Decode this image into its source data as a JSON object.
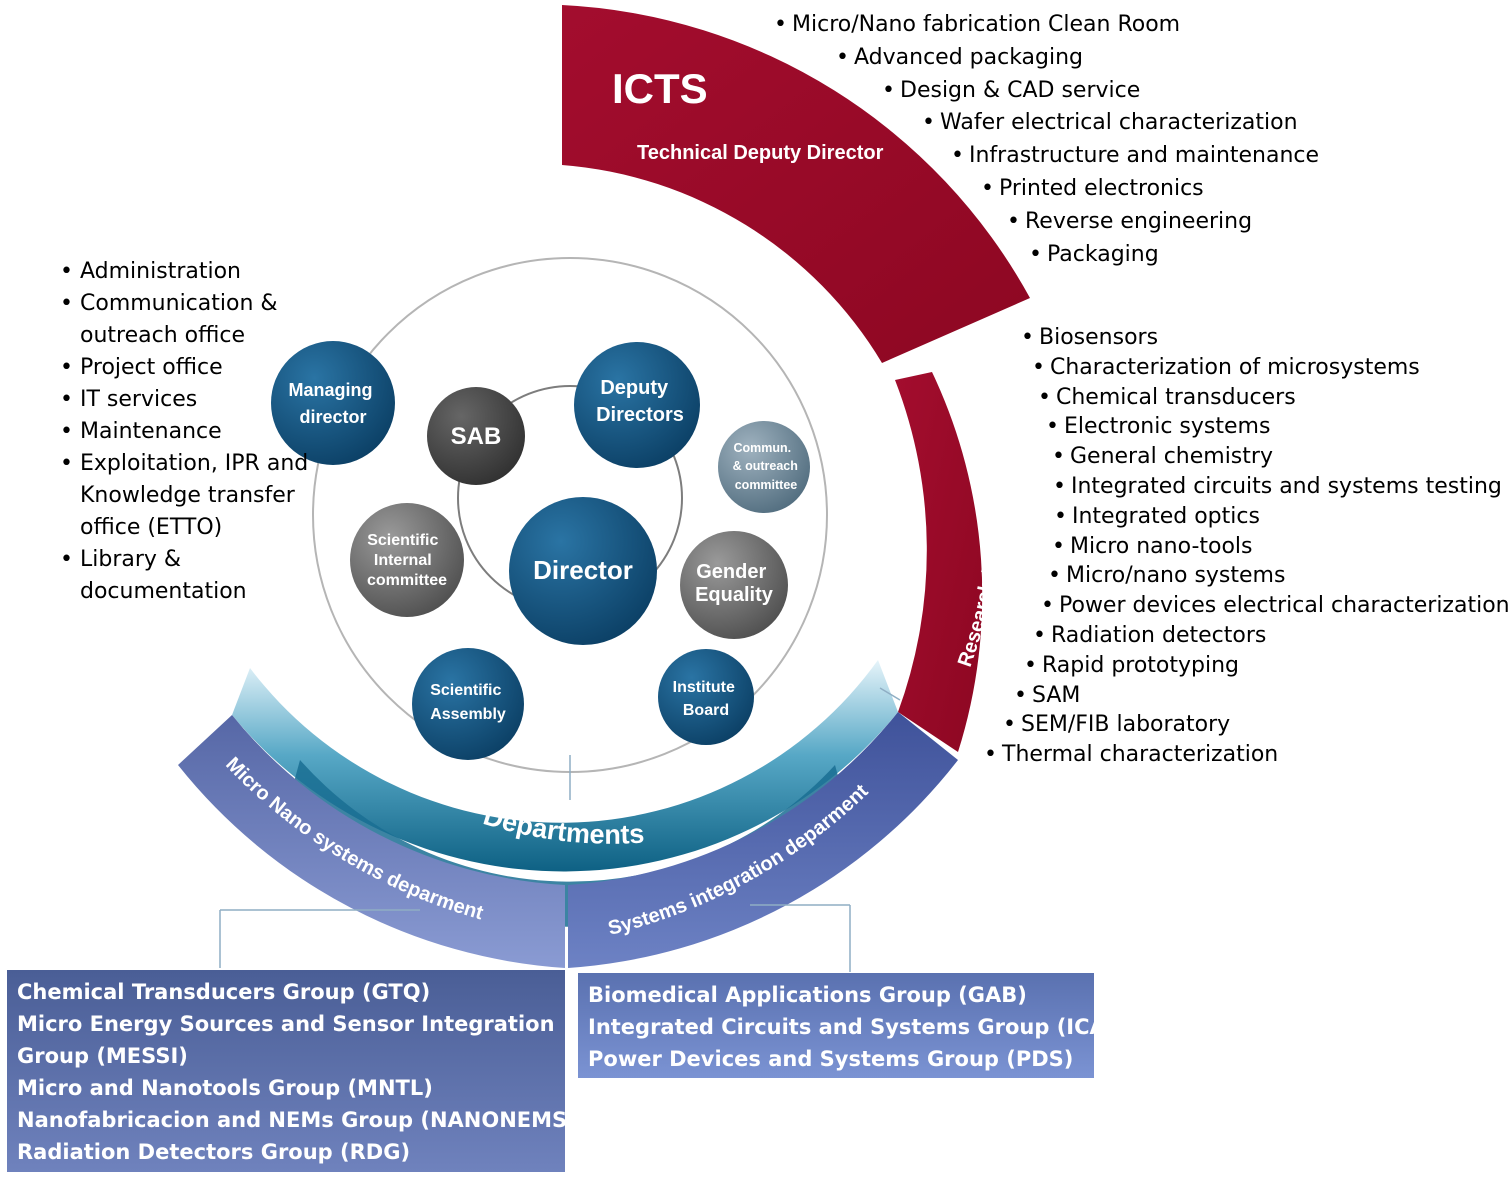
{
  "icts": {
    "title": "ICTS",
    "subtitle": "Technical Deputy Director",
    "services": [
      "Micro/Nano fabrication Clean Room",
      "Advanced packaging",
      "Design & CAD service",
      "Wafer electrical characterization",
      "Infrastructure and maintenance",
      "Printed electronics",
      "Reverse engineering",
      "Packaging"
    ]
  },
  "research": {
    "title": "Research Laboratories",
    "labs": [
      "Biosensors",
      "Characterization of microsystems",
      "Chemical transducers",
      "Electronic systems",
      "General chemistry",
      "Integrated circuits and systems testing",
      "Integrated optics",
      "Micro nano-tools",
      "Micro/nano systems",
      "Power devices electrical characterization",
      "Radiation detectors",
      "Rapid prototyping",
      "SAM",
      "SEM/FIB laboratory",
      "Thermal characterization"
    ]
  },
  "admin": {
    "items": [
      [
        "Administration"
      ],
      [
        "Communication &",
        "outreach office"
      ],
      [
        "Project office"
      ],
      [
        "IT services"
      ],
      [
        "Maintenance"
      ],
      [
        "Exploitation, IPR and",
        "Knowledge transfer",
        "office (ETTO)"
      ],
      [
        "Library &",
        "documentation"
      ]
    ]
  },
  "nodes": {
    "director": "Director",
    "sab": "SAB",
    "deputy": [
      "Deputy",
      "Directors"
    ],
    "managing": [
      "Managing",
      "director"
    ],
    "commun": [
      "Commun.",
      "& outreach",
      "committee"
    ],
    "sci_internal": [
      "Scientific",
      "Internal",
      "committee"
    ],
    "gender": [
      "Gender",
      "Equality"
    ],
    "sci_assembly": [
      "Scientific",
      "Assembly"
    ],
    "institute": [
      "Institute",
      "Board"
    ]
  },
  "departments": {
    "label": "Departments",
    "left": "Micro Nano systems deparment",
    "right": "Systems integration deparment"
  },
  "groups": {
    "left": [
      "Chemical Transducers Group (GTQ)",
      "Micro Energy Sources and Sensor Integration",
      "Group (MESSI)",
      "Micro and Nanotools Group (MNTL)",
      "Nanofabricacion and NEMs Group (NANONEMS)",
      "Radiation Detectors Group (RDG)"
    ],
    "right": [
      "Biomedical Applications Group (GAB)",
      "Integrated Circuits and Systems Group (ICAS)",
      "Power Devices and Systems Group (PDS)"
    ]
  },
  "colors": {
    "crimson": "#9e0a2a",
    "navy": "#0f4a74",
    "gray": "#5a5a5a",
    "purple": "#5b6ca8",
    "teal": "#1a6f93"
  }
}
